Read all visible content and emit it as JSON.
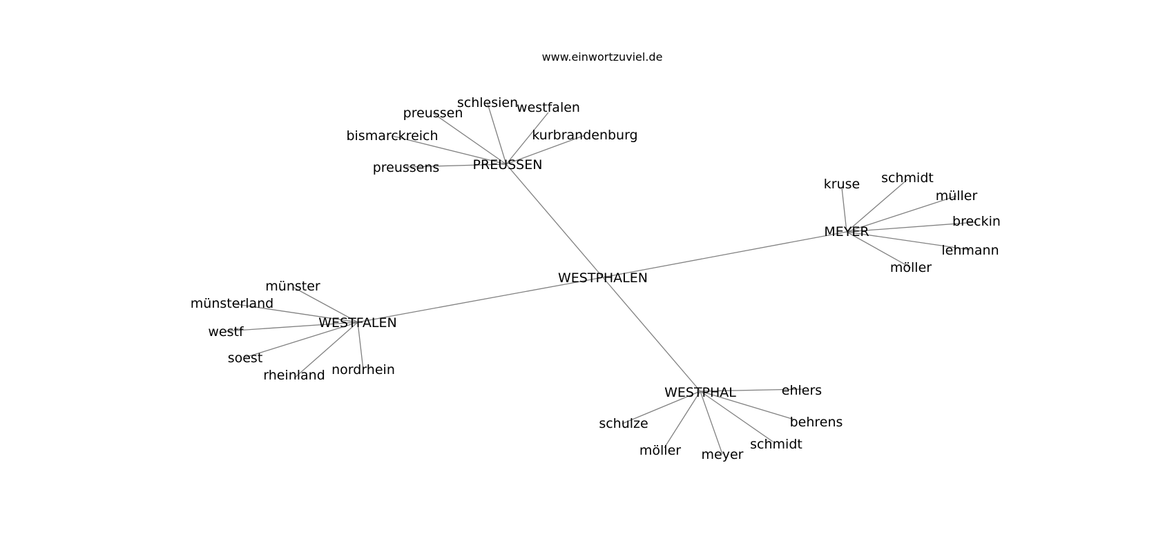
{
  "header": {
    "site": "www.einwortzuviel.de"
  },
  "style": {
    "edge_color": "#808080",
    "text_color": "#000000",
    "background": "#ffffff"
  },
  "graph": {
    "root": "WESTPHALEN",
    "hubs": [
      {
        "id": "hub-preussen",
        "label": "PREUSSEN",
        "leaves": [
          "preussen",
          "schlesien",
          "westfalen",
          "kurbrandenburg",
          "bismarckreich",
          "preussens"
        ]
      },
      {
        "id": "hub-meyer",
        "label": "MEYER",
        "leaves": [
          "kruse",
          "schmidt",
          "müller",
          "breckin",
          "lehmann",
          "möller"
        ]
      },
      {
        "id": "hub-westfalen",
        "label": "WESTFALEN",
        "leaves": [
          "münster",
          "münsterland",
          "westf",
          "soest",
          "rheinland",
          "nordrhein"
        ]
      },
      {
        "id": "hub-westphal",
        "label": "WESTPHAL",
        "leaves": [
          "ehlers",
          "behrens",
          "schmidt",
          "meyer",
          "möller",
          "schulze"
        ]
      }
    ]
  }
}
